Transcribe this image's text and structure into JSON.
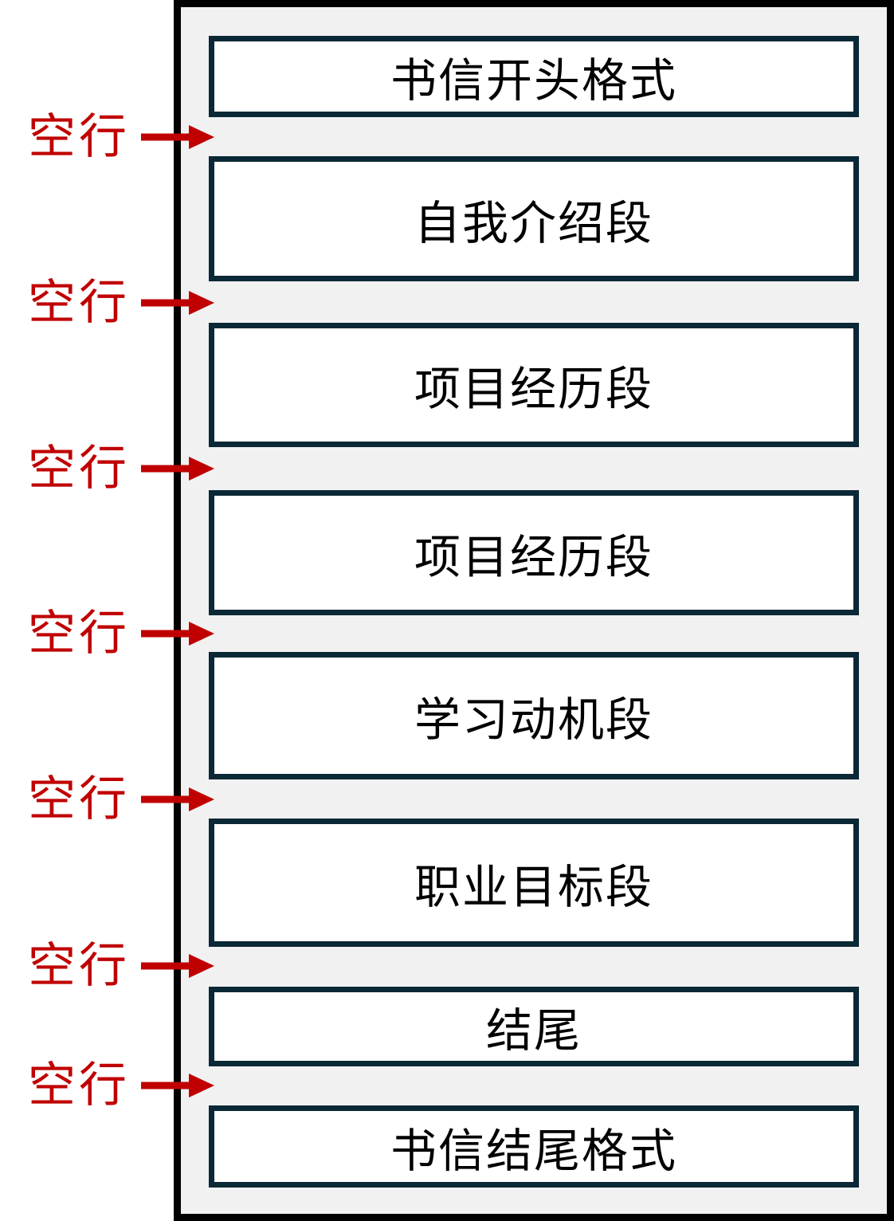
{
  "diagram": {
    "description_boxes": [
      {
        "label": "书信开头格式"
      },
      {
        "label": "自我介绍段"
      },
      {
        "label": "项目经历段"
      },
      {
        "label": "项目经历段"
      },
      {
        "label": "学习动机段"
      },
      {
        "label": "职业目标段"
      },
      {
        "label": "结尾"
      },
      {
        "label": "书信结尾格式"
      }
    ],
    "blank_line_label": "空行",
    "blank_line_annotation_count": 7,
    "colors": {
      "annotation_red": "#c00000",
      "box_border": "#0a2836",
      "outer_border": "#000000",
      "panel_background": "#f1f1f2",
      "box_background": "#ffffff",
      "box_text": "#000000"
    }
  }
}
